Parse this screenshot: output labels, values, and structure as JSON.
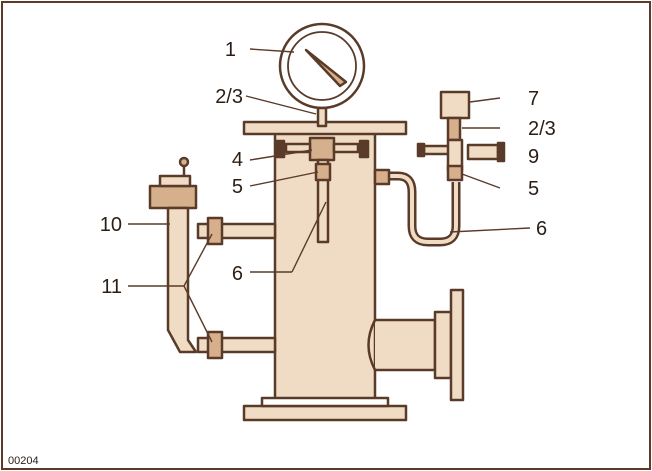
{
  "figure_code": "00204",
  "colors": {
    "stroke": "#5a3a28",
    "fill_tan": "#f0dcc4",
    "fill_dark": "#d6b08c",
    "label": "#2b1e15"
  },
  "callouts": [
    {
      "id": "c1",
      "text": "1"
    },
    {
      "id": "c23a",
      "text": "2/3"
    },
    {
      "id": "c4",
      "text": "4"
    },
    {
      "id": "c5a",
      "text": "5"
    },
    {
      "id": "c6a",
      "text": "6"
    },
    {
      "id": "c7",
      "text": "7"
    },
    {
      "id": "c23b",
      "text": "2/3"
    },
    {
      "id": "c9",
      "text": "9"
    },
    {
      "id": "c5b",
      "text": "5"
    },
    {
      "id": "c6b",
      "text": "6"
    },
    {
      "id": "c10",
      "text": "10"
    },
    {
      "id": "c11",
      "text": "11"
    }
  ]
}
